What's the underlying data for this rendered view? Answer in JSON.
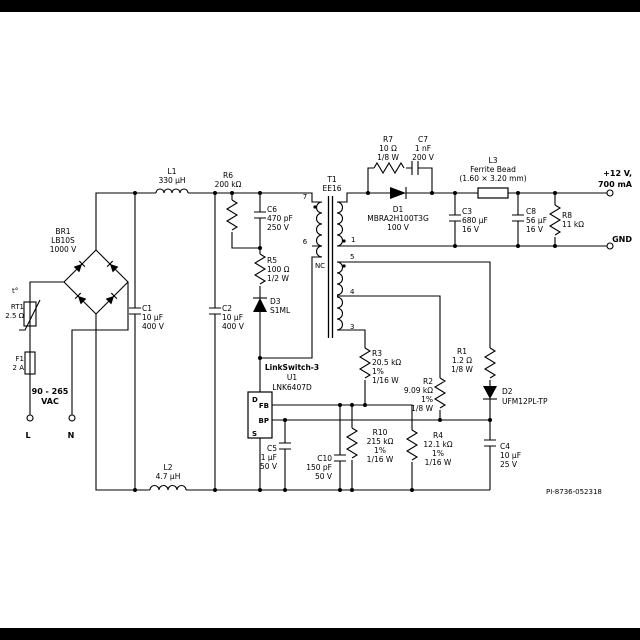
{
  "doc": {
    "number": "PI-8736-052318"
  },
  "input": {
    "range": "90 - 265",
    "unit": "VAC",
    "line": "L",
    "neutral": "N"
  },
  "output": {
    "v": "+12 V,",
    "i": "700 mA",
    "gnd": "GND"
  },
  "fuse": {
    "ref": "F1",
    "val": "2 A"
  },
  "thermistor": {
    "ref": "RT1",
    "val": "2.5 Ω",
    "t": "t°"
  },
  "bridge": {
    "ref": "BR1",
    "part": "LB10S",
    "val": "1000 V"
  },
  "l1": {
    "ref": "L1",
    "val": "330 μH"
  },
  "l2": {
    "ref": "L2",
    "val": "4.7 μH"
  },
  "l3": {
    "ref": "L3",
    "v1": "Ferrite Bead",
    "v2": "(1.60 × 3.20 mm)"
  },
  "c1": {
    "ref": "C1",
    "v1": "10 μF",
    "v2": "400 V"
  },
  "c2": {
    "ref": "C2",
    "v1": "10 μF",
    "v2": "400 V"
  },
  "c3": {
    "ref": "C3",
    "v1": "680 μF",
    "v2": "16 V"
  },
  "c4": {
    "ref": "C4",
    "v1": "10 μF",
    "v2": "25 V"
  },
  "c5": {
    "ref": "C5",
    "v1": "1 μF",
    "v2": "50 V"
  },
  "c6": {
    "ref": "C6",
    "v1": "470 pF",
    "v2": "250 V"
  },
  "c7": {
    "ref": "C7",
    "v1": "1 nF",
    "v2": "200 V"
  },
  "c8": {
    "ref": "C8",
    "v1": "56 μF",
    "v2": "16 V"
  },
  "c10": {
    "ref": "C10",
    "v1": "150 pF",
    "v2": "50 V"
  },
  "r1": {
    "ref": "R1",
    "v1": "1.2 Ω",
    "v2": "1/8 W"
  },
  "r2": {
    "ref": "R2",
    "v1": "9.09 kΩ",
    "v2": "1%",
    "v3": "1/8 W"
  },
  "r3": {
    "ref": "R3",
    "v1": "20.5 kΩ",
    "v2": "1%",
    "v3": "1/16 W"
  },
  "r4": {
    "ref": "R4",
    "v1": "12.1 kΩ",
    "v2": "1%",
    "v3": "1/16 W"
  },
  "r5": {
    "ref": "R5",
    "v1": "100 Ω",
    "v2": "1/2 W"
  },
  "r6": {
    "ref": "R6",
    "v1": "200 kΩ"
  },
  "r7": {
    "ref": "R7",
    "v1": "10 Ω",
    "v2": "1/8 W"
  },
  "r8": {
    "ref": "R8",
    "v1": "11 kΩ"
  },
  "r10": {
    "ref": "R10",
    "v1": "215 kΩ",
    "v2": "1%",
    "v3": "1/16 W"
  },
  "d1": {
    "ref": "D1",
    "part": "MBRA2H100T3G",
    "val": "100 V"
  },
  "d2": {
    "ref": "D2",
    "part": "UFM12PL-TP"
  },
  "d3": {
    "ref": "D3",
    "part": "S1ML"
  },
  "t1": {
    "ref": "T1",
    "core": "EE16",
    "p7": "7",
    "p6": "6",
    "nc": "NC",
    "p1": "1",
    "p5": "5",
    "p4": "4",
    "p3": "3"
  },
  "u1": {
    "name": "LinkSwitch-3",
    "ref": "U1",
    "part": "LNK6407D",
    "d": "D",
    "fb": "FB",
    "bp": "BP",
    "s": "S"
  }
}
